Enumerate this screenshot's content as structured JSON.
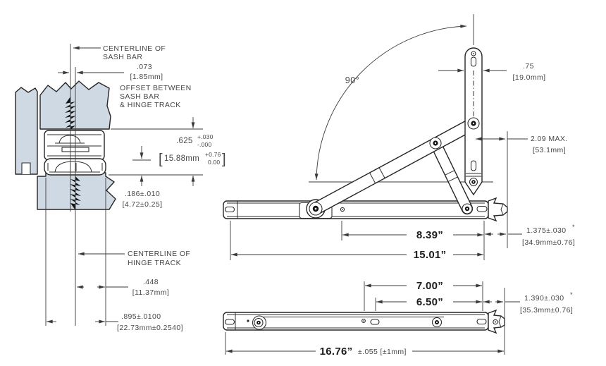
{
  "title": "Casement window hinge installation drawing",
  "colors": {
    "frame_fill": "#cfd9e3",
    "line": "#262626",
    "dim": "#3a3a3a"
  },
  "section_view": {
    "centerline_sash_bar": [
      "CENTERLINE OF",
      "SASH BAR"
    ],
    "offset": {
      "in": ".073",
      "mm": "[1.85mm]"
    },
    "offset_note": [
      "OFFSET BETWEEN",
      "SASH BAR",
      "& HINGE TRACK"
    ],
    "stack_height": {
      "in": ".625",
      "plus": "+.030",
      "minus": "-.000",
      "lbr": "[",
      "mm": "15.88mm",
      "mm_plus": "+0.76",
      "mm_minus": "0.00",
      "rbr": "]"
    },
    "track_clearance": {
      "in": ".186±.010",
      "mm": "[4.72±0.25]"
    },
    "centerline_hinge_track": [
      "CENTERLINE OF",
      "HINGE TRACK"
    ],
    "cl_to_edge": {
      "in": ".448",
      "mm": "[11.37mm]"
    },
    "track_width": {
      "in": ".895±.0100",
      "mm": "[22.73mm±0.2540]"
    }
  },
  "open_view": {
    "opening_angle": "90°",
    "bracket_width": {
      "in": ".75",
      "mm": "[19.0mm]"
    },
    "stack_out_max": {
      "in": "2.09 MAX.",
      "mm": "[53.1mm]"
    },
    "pivot_span": "8.39”",
    "track_length": "15.01”",
    "end_offset": {
      "in": "1.375±.030",
      "note": "*",
      "mm": "[34.9mm±0.76]"
    }
  },
  "closed_view": {
    "hole_span_a": "7.00”",
    "hole_span_b": "6.50”",
    "end_offset": {
      "in": "1.390±.030",
      "note": "*",
      "mm": "[35.3mm±0.76]"
    },
    "overall_length": {
      "in": "16.76”",
      "tol": "±.055 [±1mm]"
    }
  }
}
